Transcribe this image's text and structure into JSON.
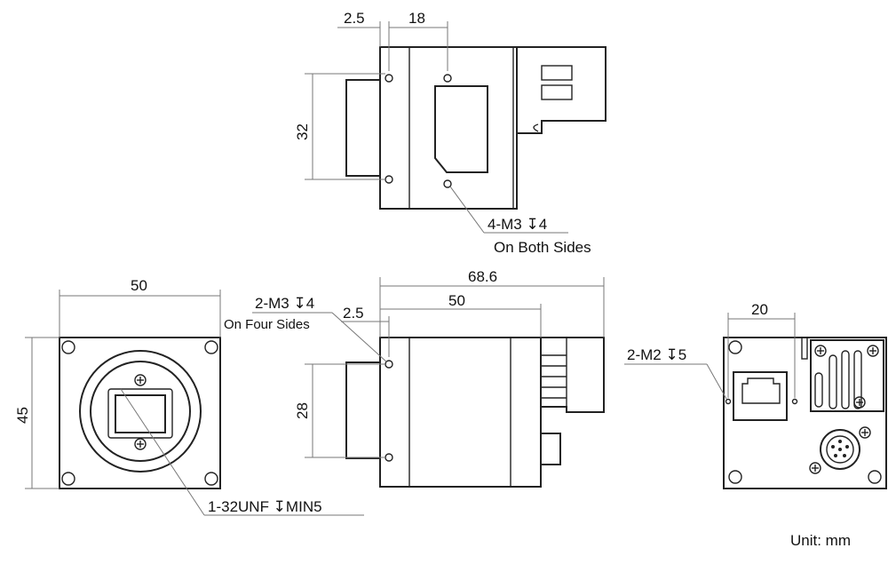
{
  "top_view": {
    "dim_offset": "2.5",
    "dim_hole_spacing_h": "18",
    "dim_hole_spacing_v": "32",
    "callout_line1": "4-M3 ↧4",
    "callout_line2": "On Both Sides"
  },
  "front_view": {
    "dim_width": "50",
    "dim_height": "45",
    "callout": "1-32UNF  ↧MIN5"
  },
  "side_view": {
    "dim_total_length": "68.6",
    "dim_body_length": "50",
    "dim_offset": "2.5",
    "dim_hole_spacing": "28",
    "callout_line1": "2-M3 ↧4",
    "callout_line2": "On Four Sides"
  },
  "rear_view": {
    "dim_hole_spacing": "20",
    "callout": "2-M2 ↧5"
  },
  "unit_label": "Unit: mm"
}
